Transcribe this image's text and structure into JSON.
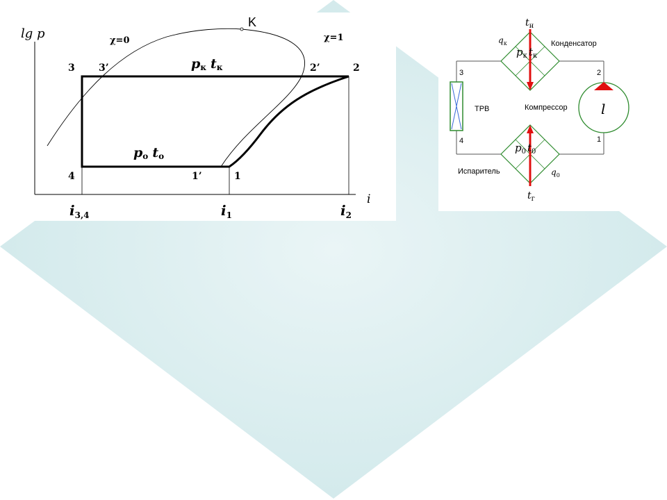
{
  "colors": {
    "background_diamond": "#cfe8ea",
    "background_diamond_light": "#eaf5f6",
    "heat_exchanger": "#2e8b2e",
    "arrow": "#e01010",
    "trv_cross": "#3a6ad8"
  },
  "ph_diagram": {
    "axis_y": "lg p",
    "axis_x": "i",
    "critical_point": "K",
    "saturation_liquid": "χ=0",
    "saturation_vapor": "χ=1",
    "high_pressure": "p",
    "high_pressure_sub": "к",
    "high_temp": "t",
    "high_temp_sub": "к",
    "low_pressure": "p",
    "low_pressure_sub": "o",
    "low_temp": "t",
    "low_temp_sub": "o",
    "points": {
      "p1": "1",
      "p1prime": "1’",
      "p2": "2",
      "p2prime": "2’",
      "p3": "3",
      "p3prime": "3’",
      "p4": "4"
    },
    "enthalpy": [
      {
        "main": "i",
        "sub": "3,4"
      },
      {
        "main": "i",
        "sub": "1"
      },
      {
        "main": "i",
        "sub": "2"
      }
    ]
  },
  "scheme": {
    "t_top": {
      "main": "t",
      "sub": "н"
    },
    "t_bottom": {
      "main": "t",
      "sub": "г"
    },
    "q_top": {
      "main": "q",
      "sub": "к"
    },
    "q_bottom": {
      "main": "q",
      "sub": "0"
    },
    "condenser": "Конденсатор",
    "evaporator": "Испаритель",
    "compressor": "Компрессор",
    "trv": "ТРВ",
    "work": "l",
    "p_cond": {
      "main": "p",
      "sub": "к"
    },
    "t_cond": {
      "main": "t",
      "sub": "к"
    },
    "p_evap": {
      "main": "p",
      "sub": "0"
    },
    "t_evap": {
      "main": "t",
      "sub": "0"
    },
    "nodes": {
      "n1": "1",
      "n2": "2",
      "n3": "3",
      "n4": "4"
    }
  }
}
